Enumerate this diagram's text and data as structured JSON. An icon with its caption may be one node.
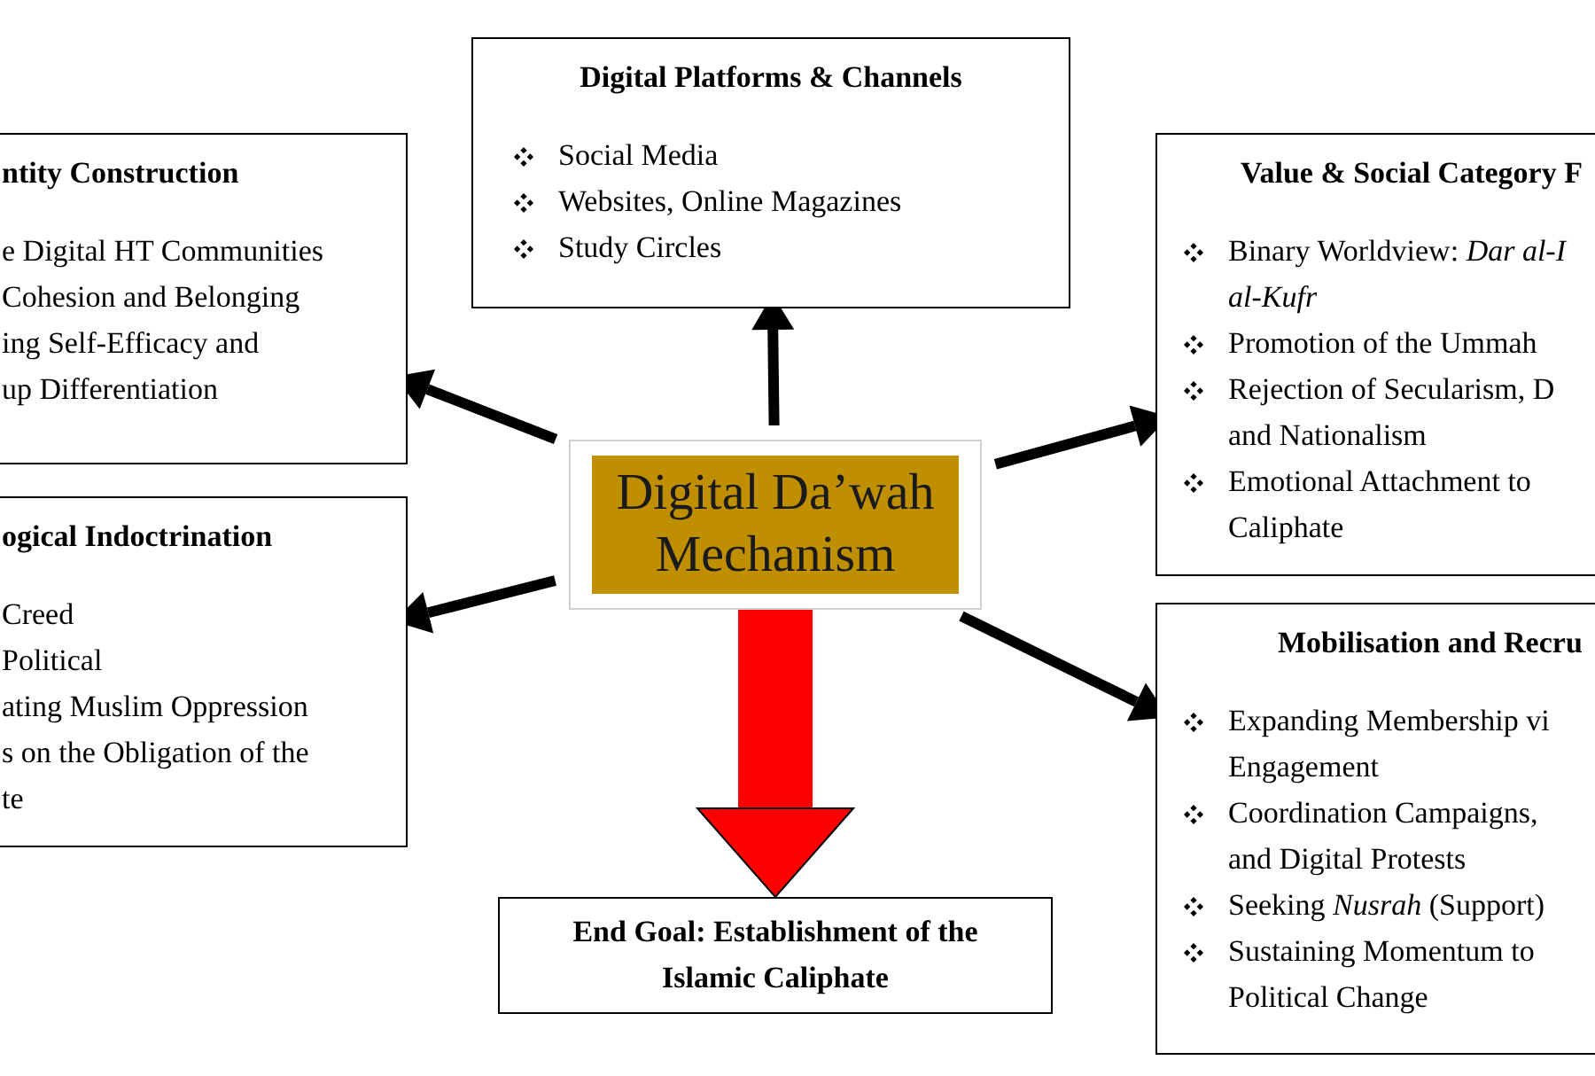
{
  "diagram": {
    "nodes": [
      {
        "text": [
          "Digital Platforms & Channels",
          "Social Media",
          "Websites, Online Magazines",
          "Study Circles"
        ]
      },
      {
        "text": [
          "ntity Construction",
          "e Digital HT Communities",
          "Cohesion and Belonging",
          "ing Self-Efficacy and",
          "up Differentiation"
        ]
      },
      {
        "text": [
          "Value & Social Category F",
          "Binary Worldview: *Dar al-I al-Kufr*",
          "Promotion of the Ummah",
          "Rejection of Secularism, D and Nationalism",
          "Emotional Attachment to Caliphate"
        ]
      },
      {
        "text": [
          "Digital Da’wah Mechanism"
        ]
      },
      {
        "text": [
          "ogical Indoctrination",
          "Creed",
          "Political",
          "ating Muslim Oppression",
          "s on the Obligation of the",
          "te"
        ]
      },
      {
        "text": [
          "Mobilisation and Recru",
          "Expanding Membership vi Engagement",
          "Coordination Campaigns, and Digital Protests",
          "Seeking *Nusrah* (Support)",
          "Sustaining Momentum to Political Change"
        ]
      },
      {
        "text": [
          "End Goal: Establishment of the Islamic Caliphate"
        ]
      }
    ],
    "edges": [
      {
        "from": 3,
        "to": 0,
        "arrow": "to"
      },
      {
        "from": 3,
        "to": 1,
        "arrow": "to"
      },
      {
        "from": 3,
        "to": 4,
        "arrow": "to"
      },
      {
        "from": 3,
        "to": 2,
        "arrow": "to"
      },
      {
        "from": 3,
        "to": 5,
        "arrow": "to"
      },
      {
        "from": 3,
        "to": 6,
        "arrow": "to",
        "style": "thick",
        "color": "#ff0000"
      }
    ]
  }
}
